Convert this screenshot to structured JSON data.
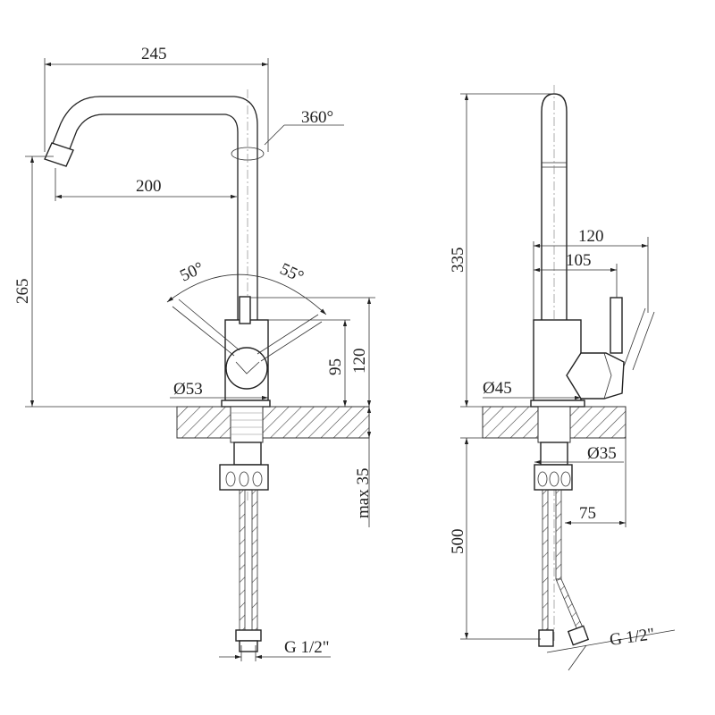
{
  "title": "Kitchen faucet technical drawing",
  "front_view": {
    "width_total": "245",
    "rotation": "360°",
    "spout_reach": "200",
    "spout_height": "265",
    "handle_angle_left": "50°",
    "handle_angle_right": "55°",
    "body_height_total": "120",
    "body_height": "95",
    "base_diameter": "Ø53",
    "max_counter_thickness": "max 35",
    "connection": "G 1/2\""
  },
  "side_view": {
    "total_height": "335",
    "depth_total": "120",
    "depth_body": "105",
    "base_diameter": "Ø45",
    "shank_diameter": "Ø35",
    "hose_length": "500",
    "hose_offset": "75",
    "connection": "G 1/2\""
  }
}
